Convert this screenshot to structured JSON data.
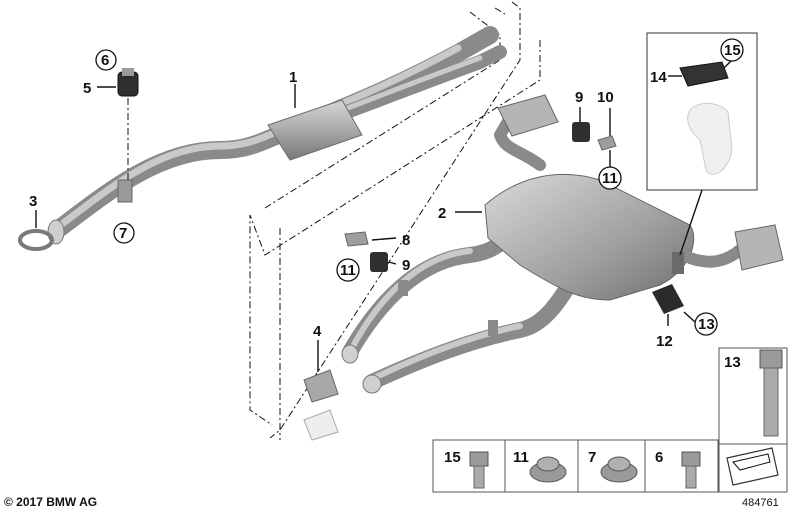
{
  "diagram": {
    "copyright": "© 2017 BMW AG",
    "doc_number": "484761",
    "callouts": {
      "c1": "1",
      "c2": "2",
      "c3": "3",
      "c4": "4",
      "c5": "5",
      "c6": "6",
      "c7": "7",
      "c8": "8",
      "c9a": "9",
      "c9b": "9",
      "c10": "10",
      "c11a": "11",
      "c11b": "11",
      "c12": "12",
      "c13": "13",
      "c14": "14",
      "c15": "15"
    },
    "parts_tray": {
      "items": [
        "15",
        "11",
        "7",
        "6"
      ],
      "bolt_label": "13"
    }
  }
}
